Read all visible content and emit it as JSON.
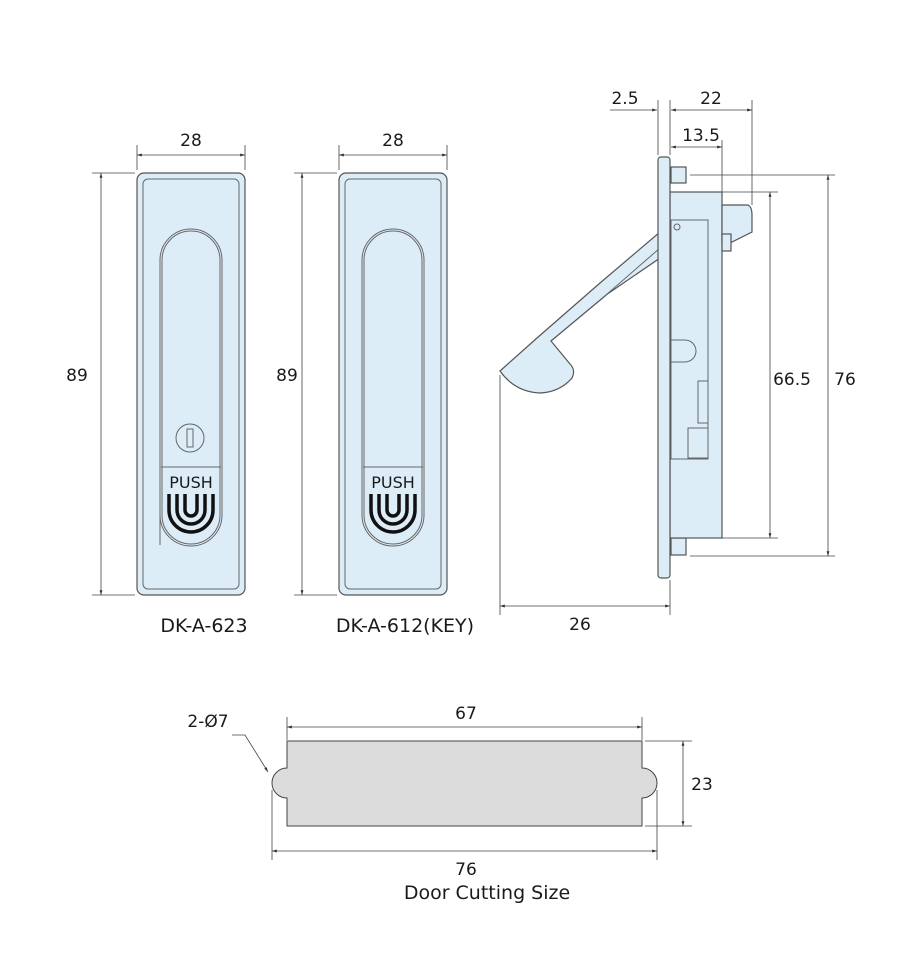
{
  "front_views": [
    {
      "model": "DK-A-623",
      "width_dim": "28",
      "height_dim": "89",
      "push_label": "PUSH",
      "has_keyhole": true
    },
    {
      "model": "DK-A-612(KEY)",
      "width_dim": "28",
      "height_dim": "89",
      "push_label": "PUSH",
      "has_keyhole": false
    }
  ],
  "side_view": {
    "dims": {
      "flange": "2.5",
      "depth_total": "22",
      "body_depth": "13.5",
      "body_height": "66.5",
      "screw_pitch": "76",
      "handle_open": "26"
    }
  },
  "cutout": {
    "title": "Door Cutting Size",
    "hole_label": "2-Ø7",
    "inner_width": "67",
    "outer_width": "76",
    "height": "23"
  },
  "colors": {
    "part_fill": "#dcedf8",
    "cutout_fill": "#dcdcdc"
  }
}
